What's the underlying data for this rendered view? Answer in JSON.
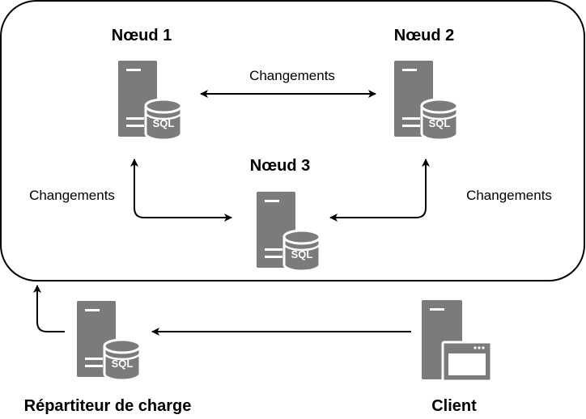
{
  "nodes": {
    "node1": {
      "title": "Nœud 1",
      "db_label": "SQL"
    },
    "node2": {
      "title": "Nœud 2",
      "db_label": "SQL"
    },
    "node3": {
      "title": "Nœud 3",
      "db_label": "SQL"
    },
    "load_balancer": {
      "title": "Répartiteur de charge",
      "db_label": "SQL"
    },
    "client": {
      "title": "Client"
    }
  },
  "edges": {
    "node1_node2": "Changements",
    "node1_node3": "Changements",
    "node2_node3": "Changements"
  },
  "colors": {
    "server": "#7b7b7b",
    "stroke": "#000000",
    "background": "#ffffff"
  }
}
